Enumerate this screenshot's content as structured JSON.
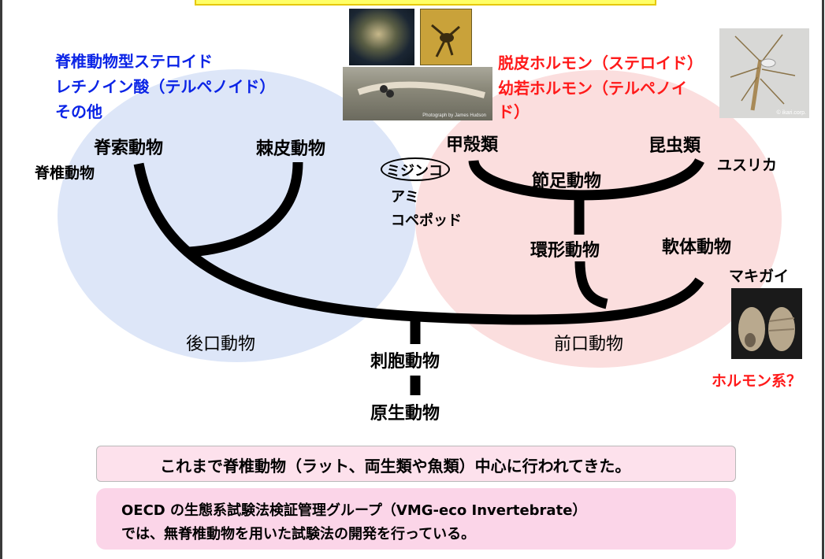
{
  "vertebrate_hormones": [
    "脊椎動物型ステロイド",
    "レチノイン酸（テルペノイド）",
    "その他"
  ],
  "invertebrate_hormones": [
    "脱皮ホルモン（ステロイド）",
    "幼若ホルモン（テルペノイ",
    "ド）"
  ],
  "taxa": {
    "chordata": "脊索動物",
    "vertebrata": "脊椎動物",
    "echinodermata": "棘皮動物",
    "crustacea": "甲殻類",
    "insecta": "昆虫類",
    "chironomid": "ユスリカ",
    "arthropoda": "節足動物",
    "annelida": "環形動物",
    "mollusca": "軟体動物",
    "snail": "マキガイ",
    "deuterostome": "後口動物",
    "protostome": "前口動物",
    "cnidaria": "刺胞動物",
    "protozoa": "原生動物"
  },
  "crustacean_examples": [
    "ミジンコ",
    "アミ",
    "コペポッド"
  ],
  "snail_hormone_note": "ホルモン系？",
  "photo_credits": {
    "insect": "© ikari.corp.",
    "shrimp": "Photograph by James Hudson"
  },
  "notes": {
    "note1": "これまで脊椎動物（ラット、両生類や魚類）中心に行われてきた。",
    "note2_line1": "OECD の生態系試験法検証管理グループ（VMG-eco  Invertebrate）",
    "note2_line2": "では、無脊椎動物を用いた試験法の開発を行っている。"
  },
  "colors": {
    "vertebrate_circle": "#dde6f8",
    "invertebrate_circle": "#fbdede",
    "blue_text": "#0b24e6",
    "red_text": "#ff1a1a"
  }
}
